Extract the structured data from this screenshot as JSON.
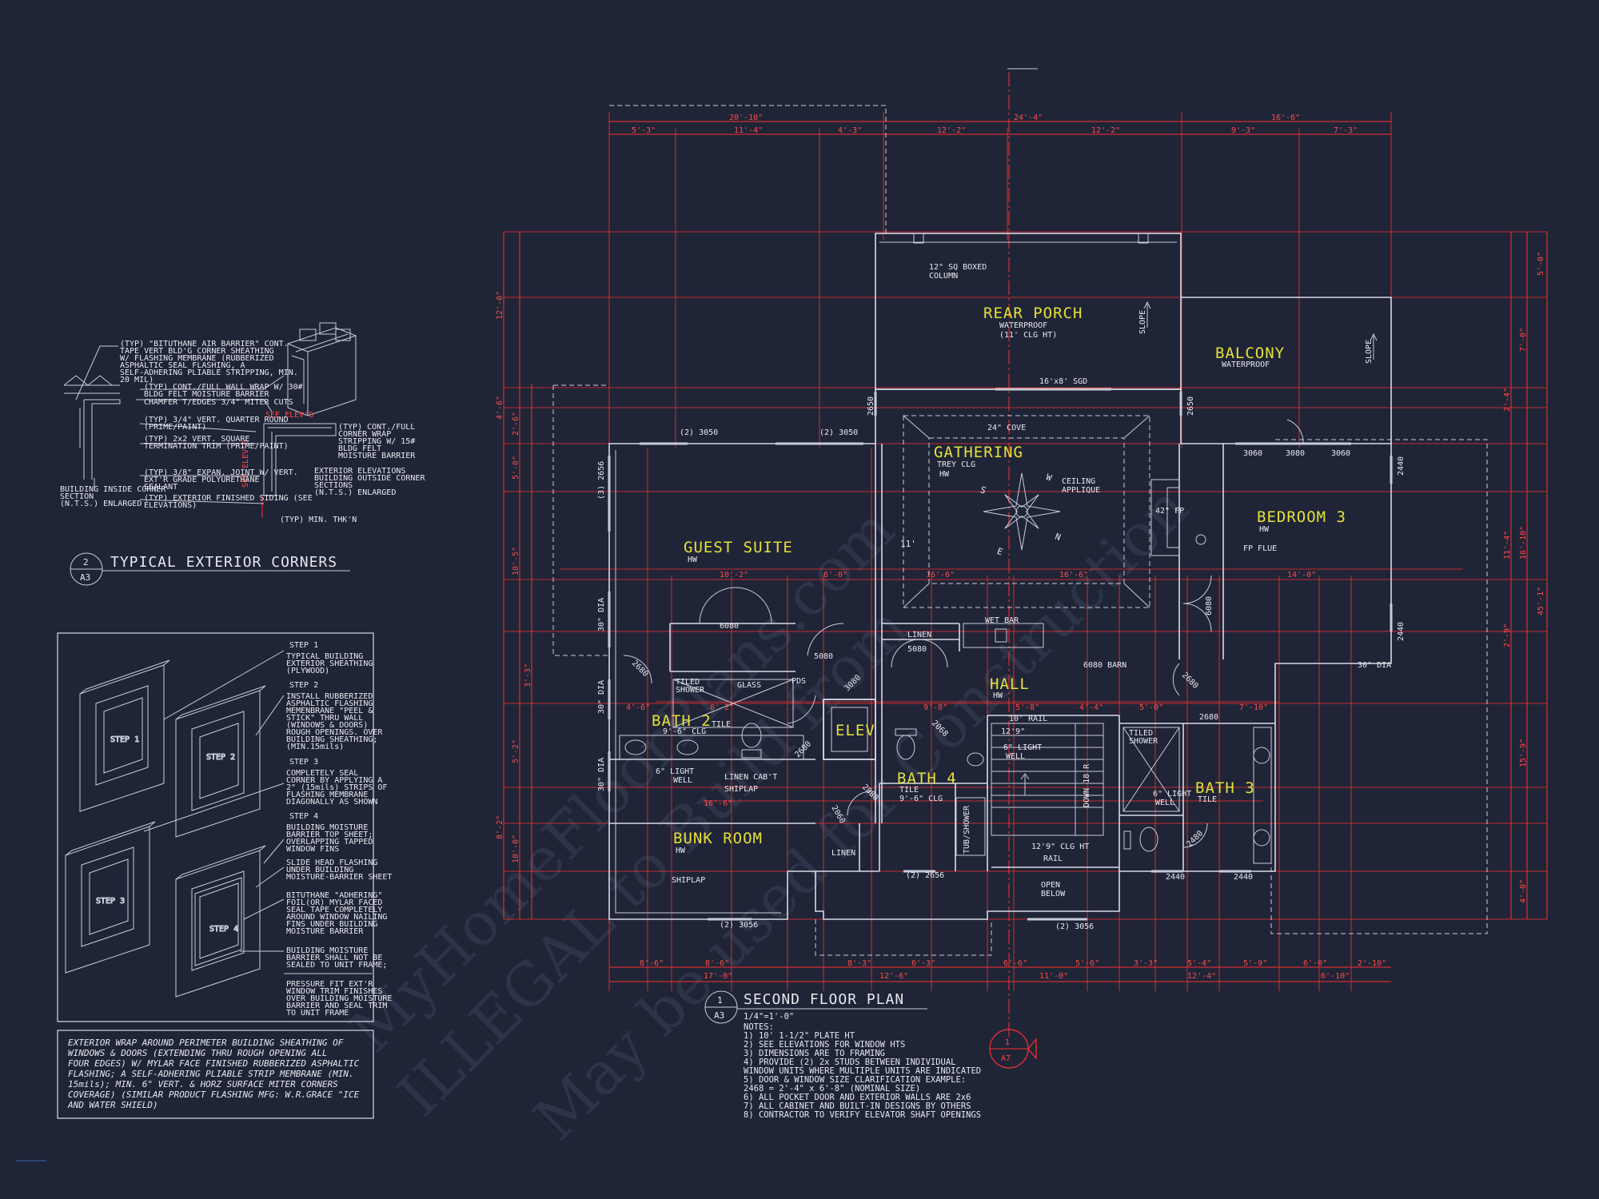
{
  "rooms": {
    "rear_porch": {
      "name": "REAR PORCH",
      "sub1": "WATERPROOF",
      "sub2": "(11' CLG HT)"
    },
    "balcony": {
      "name": "BALCONY",
      "sub1": "WATERPROOF"
    },
    "gathering": {
      "name": "GATHERING",
      "sub1": "TREY CLG",
      "sub2": "HW"
    },
    "bedroom3": {
      "name": "BEDROOM 3",
      "sub1": "HW"
    },
    "guest_suite": {
      "name": "GUEST SUITE",
      "sub1": "HW"
    },
    "hall": {
      "name": "HALL",
      "sub1": "HW"
    },
    "bath2": {
      "name": "BATH 2",
      "sub1": "9'-6\" CLG",
      "sub2": "TILE"
    },
    "elev": {
      "name": "ELEV"
    },
    "bath4": {
      "name": "BATH 4",
      "sub1": "TILE",
      "sub2": "9'-6\" CLG"
    },
    "bath3": {
      "name": "BATH 3",
      "sub1": "TILE"
    },
    "bunk_room": {
      "name": "BUNK ROOM",
      "sub1": "HW"
    }
  },
  "labels": {
    "boxed_column": "12\" SQ BOXED",
    "boxed_column2": "COLUMN",
    "sgd": "16'x8' SGD",
    "cove": "24\" COVE",
    "ceiling_applique": "CEILING",
    "ceiling_applique2": "APPLIQUE",
    "fp": "42\" FP",
    "fp_flue": "FP FLUE",
    "wet_bar": "WET BAR",
    "linen1": "LINEN",
    "linen2": "LINEN",
    "barn": "6080 BARN",
    "rail1": "10' RAIL",
    "rail2": "RAIL",
    "ceiling_ht": "12'9\" CLG HT",
    "light_well1": "6\" LIGHT",
    "light_well1b": "WELL",
    "light_well2": "6\" LIGHT",
    "light_well2b": "WELL",
    "light_well3": "6\" LIGHT",
    "light_well3b": "WELL",
    "linen_cabt": "LINEN CAB'T",
    "shiplap1": "SHIPLAP",
    "shiplap2": "SHIPLAP",
    "tiled_shower1": "TILED",
    "tiled_shower1b": "SHOWER",
    "glass": "GLASS",
    "tiled_shower2": "TILED",
    "tiled_shower2b": "SHOWER",
    "tub_shower": "TUB/SHOWER",
    "open_below": "OPEN",
    "open_below2": "BELOW",
    "pds": "PDS",
    "dn": "DOWN 18 R",
    "ceiling_129": "12'9\"",
    "slope": "SLOPE"
  },
  "openings": {
    "w3050a": "(2) 3050",
    "w3050b": "(2) 3050",
    "w2656a": "(3) 2656",
    "dia1": "30\" DIA",
    "dia2": "30\" DIA",
    "dia3": "30\" DIA",
    "dia4": "30\" DIA",
    "d6080a": "6080",
    "d6080b": "6080",
    "d5080a": "5080",
    "d5080b": "5080",
    "d2680a": "2680",
    "d2680b": "2680",
    "d2680c": "2680",
    "d2680d": "2680",
    "d2650a": "2650",
    "d2650b": "2650",
    "w3060a": "3060",
    "w3080": "3080",
    "w3060b": "3060",
    "w2440a": "2440",
    "w2440b": "2440",
    "w2440c": "2440",
    "w2440d": "2440",
    "w3056a": "(2) 3056",
    "w3056b": "(2) 3056",
    "w2656b": "(2) 2656",
    "d3080": "3080",
    "d2068": "2068",
    "d2480": "2480",
    "d2880": "2880",
    "d2060": "2060"
  },
  "dims_top": [
    "20'-10\"",
    "24'-4\"",
    "16'-6\"",
    "5'-3\"",
    "11'-4\"",
    "4'-3\"",
    "12'-2\"",
    "12'-2\"",
    "9'-3\"",
    "7'-3\""
  ],
  "dims_bottom": [
    "8'-6\"",
    "8'-6\"",
    "8'-3\"",
    "6'-3\"",
    "6'-6\"",
    "5'-6\"",
    "3'-3\"",
    "5'-4\"",
    "5'-9\"",
    "6'-0\"",
    "2'-10\"",
    "17'-0\"",
    "12'-6\"",
    "11'-0\"",
    "12'-4\"",
    "6'-10\""
  ],
  "dims_left": [
    "12'-0\"",
    "4'-6\"",
    "2'-6\"",
    "5'-0\"",
    "10'-5\"",
    "3'-3\"",
    "5'-2\"",
    "10'-0\"",
    "8'-2\""
  ],
  "dims_right": [
    "5'-0\"",
    "7'-0\"",
    "45'-1\"",
    "15'-9\"",
    "4'-0\"",
    "11'-4\"",
    "16'-10\"",
    "2'-9\"",
    "2'-4\""
  ],
  "dims_interior": [
    "10'-2\"",
    "6'-0\"",
    "16'-6\"",
    "14'-0\"",
    "8'-2\"",
    "16'-6\"",
    "5'-8\"",
    "4'-4\"",
    "5'-0\"",
    "7'-10\"",
    "9'-8\"",
    "4'-6\"",
    "16'-6\"",
    "11'"
  ],
  "detail": {
    "title": "TYPICAL EXTERIOR CORNERS",
    "num": "2",
    "sheet": "A3",
    "notes": [
      "(TYP) \"BITUTHANE AIR BARRIER\" CONT.",
      "TAPE VERT BLD'G CORNER SHEATHING",
      "W/ FLASHING MEMBRANE (RUBBERIZED",
      "ASPHALTIC SEAL FLASHING, A",
      "SELF-ADHERING PLIABLE STRIPPING, MIN.",
      "20 MIL)",
      "(TYP) CONT./FULL WALL WRAP W/ 30#",
      "BLDG FELT MOISTURE BARRIER",
      "CHAMFER T/EDGES 3/4\" MITER CUTS",
      "(TYP) 3/4\" VERT. QUARTER ROUND",
      "(PRIME/PAINT)",
      "(TYP) 2x2 VERT. SQUARE",
      "TERMINATION TRIM (PRIME/PAINT)",
      "(TYP) 3/8\" EXPAN. JOINT W/ VERT.",
      "EXT'R GRADE POLYURETHANE",
      "SEALANT",
      "(TYP) EXTERIOR FINISHED SIDING (SEE",
      "ELEVATIONS)"
    ],
    "right_notes": [
      "(TYP) CONT./FULL",
      "CORNER WRAP",
      "STRIPPING W/ 15#",
      "BLDG FELT",
      "MOISTURE BARRIER",
      "EXTERIOR ELEVATIONS",
      "BUILDING OUTSIDE CORNER",
      "SECTIONS",
      "(N.T.S.) ENLARGED"
    ],
    "inside": [
      "BUILDING INSIDE CORNER",
      "SECTION",
      "(N.T.S.) ENLARGED"
    ],
    "min": "(TYP) MIN. THK'N",
    "see_elevs": "SEE ELEV'S"
  },
  "steps": {
    "s1_title": "STEP 1",
    "s1": [
      "TYPICAL BUILDING",
      "EXTERIOR SHEATHING",
      "(PLYWOOD)"
    ],
    "s2_title": "STEP 2",
    "s2": [
      "INSTALL RUBBERIZED",
      "ASPHALTIC FLASHING",
      "MEMENBRANE \"PEEL &",
      "STICK\" THRU WALL",
      "(WINDOWS & DOORS)",
      "ROUGH OPENINGS. OVER",
      "BUILDING SHEATHING;",
      "(MIN.15mils)"
    ],
    "s3_title": "STEP 3",
    "s3": [
      "COMPLETELY SEAL",
      "CORNER BY APPLYING A",
      "2\" (15mils) STRIPS OF",
      "FLASHING MEMBRANE",
      "DIAGONALLY AS SHOWN"
    ],
    "s4_title": "STEP 4",
    "s4": [
      "BUILDING MOISTURE",
      "BARRIER TOP SHEET;",
      "OVERLAPPING TAPPED",
      "WINDOW FINS"
    ],
    "s5": [
      "SLIDE HEAD FLASHING",
      "UNDER BUILDING",
      "MOISTURE-BARRIER SHEET"
    ],
    "s6": [
      "BITUTHANE \"ADHERING\"",
      "FOIL(OR) MYLAR FACED",
      "SEAL TAPE COMPLETELY",
      "AROUND WINDOW NAILING",
      "FINS UNDER BUILDING",
      "MOISTURE BARRIER"
    ],
    "s7": [
      "BUILDING MOISTURE",
      "BARRIER SHALL NOT BE",
      "SEALED TO UNIT FRAME;"
    ],
    "s8": [
      "PRESSURE FIT EXT'R",
      "WINDOW TRIM FINISHES",
      "OVER BUILDING MOISTURE",
      "BARRIER AND SEAL TRIM",
      "TO UNIT FRAME"
    ],
    "panel1": "STEP 1",
    "panel2": "STEP 2",
    "panel3": "STEP 3",
    "panel4": "STEP 4"
  },
  "wrap_note": [
    "EXTERIOR WRAP AROUND PERIMETER BUILDING SHEATHING OF",
    "WINDOWS & DOORS (EXTENDING THRU ROUGH OPENING ALL",
    "FOUR EDGES) W/ MYLAR FACE FINISHED RUBBERIZED ASPHALTIC",
    "FLASHING; A SELF-ADHERING PLIABLE STRIP MEMBRANE (MIN.",
    "15mils); MIN. 6\" VERT. & HORZ SURFACE MITER CORNERS",
    "COVERAGE) (SIMILAR PRODUCT FLASHING MFG: W.R.GRACE \"ICE",
    "AND WATER SHIELD)"
  ],
  "plan": {
    "title": "SECOND FLOOR PLAN",
    "num": "1",
    "sheet": "A3",
    "scale": "1/4\"=1'-0\"",
    "notes_title": "NOTES:",
    "notes": [
      "1) 10' 1-1/2\" PLATE HT",
      "2) SEE ELEVATIONS FOR WINDOW HTS",
      "3) DIMENSIONS ARE TO FRAMING",
      "4) PROVIDE (2) 2x STUDS BETWEEN INDIVIDUAL",
      "WINDOW UNITS WHERE MULTIPLE UNITS ARE INDICATED",
      "5) DOOR & WINDOW SIZE CLARIFICATION EXAMPLE:",
      "     2468 = 2'-4\" x 6'-8\" (NOMINAL SIZE)",
      "6) ALL POCKET DOOR AND EXTERIOR WALLS ARE 2x6",
      "7) ALL CABINET AND BUILT-IN DESIGNS BY OTHERS",
      "8) CONTRACTOR TO VERIFY ELEVATOR SHAFT OPENINGS"
    ],
    "section_num": "1",
    "section_sheet": "A7"
  },
  "compass": {
    "w": "W",
    "n": "N",
    "s": "S",
    "e": "E"
  },
  "watermark": [
    "MyHomeFloorPlans.com",
    "ILLEGAL to Build from",
    "May be used for Construction"
  ],
  "colors": {
    "background": "#1f2537",
    "dimension": "#ff2e2e",
    "room_label": "#e6e03a",
    "line": "#d8dae6"
  }
}
